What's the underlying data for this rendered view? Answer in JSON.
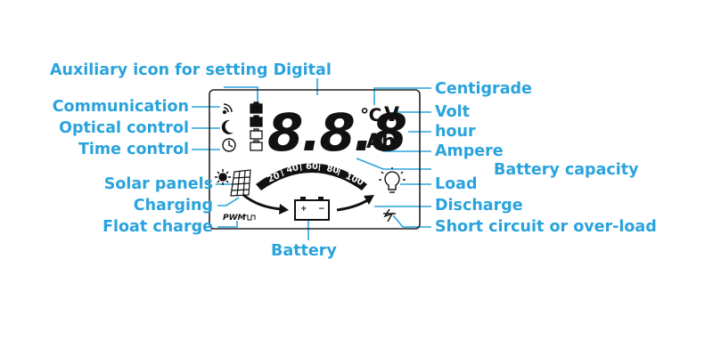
{
  "labels": {
    "auxiliary_digital": "Auxiliary icon for setting Digital",
    "communication": "Communication",
    "optical_control": "Optical control",
    "time_control": "Time control",
    "solar_panels": "Solar panels",
    "charging": "Charging",
    "float_charge": "Float charge",
    "battery": "Battery",
    "centigrade": "Centigrade",
    "volt": "Volt",
    "hour": "hour",
    "ampere": "Ampere",
    "battery_capacity": "Battery  capacity",
    "load": "Load",
    "discharge": "Discharge",
    "short_circuit": "Short circuit or over-load"
  },
  "lcd": {
    "digits": "8.8.8",
    "celsius": "℃",
    "volt_unit": "V",
    "amp_hour_unit": "Ah",
    "pwm": "PWM",
    "gauge_ticks": [
      "20",
      "40",
      "60",
      "80",
      "100"
    ]
  },
  "colors": {
    "label": "#2aa3dc",
    "leader_line": "#2aa3dc",
    "lcd_ink": "#111111",
    "lcd_frame": "#222222"
  },
  "icons": [
    "wifi-icon",
    "moon-icon",
    "clock-icon",
    "battery-stack-icon",
    "sun-icon",
    "solar-panel-icon",
    "bulb-icon",
    "lightning-icon",
    "battery-icon",
    "arrow-icon"
  ]
}
